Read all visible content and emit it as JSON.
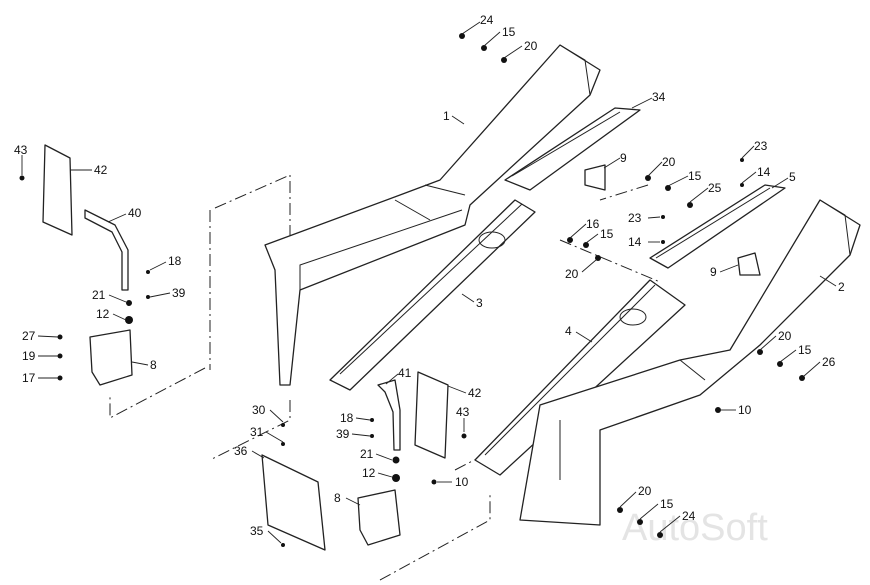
{
  "watermark": "AutoSoft",
  "labels": [
    {
      "text": "24"
    },
    {
      "text": "15"
    },
    {
      "text": "20"
    },
    {
      "text": "1"
    },
    {
      "text": "34"
    },
    {
      "text": "43"
    },
    {
      "text": "42"
    },
    {
      "text": "40"
    },
    {
      "text": "18"
    },
    {
      "text": "21"
    },
    {
      "text": "39"
    },
    {
      "text": "12"
    },
    {
      "text": "27"
    },
    {
      "text": "19"
    },
    {
      "text": "17"
    },
    {
      "text": "8"
    },
    {
      "text": "3"
    },
    {
      "text": "9"
    },
    {
      "text": "20"
    },
    {
      "text": "15"
    },
    {
      "text": "25"
    },
    {
      "text": "23"
    },
    {
      "text": "14"
    },
    {
      "text": "5"
    },
    {
      "text": "16"
    },
    {
      "text": "15"
    },
    {
      "text": "20"
    },
    {
      "text": "23"
    },
    {
      "text": "14"
    },
    {
      "text": "9"
    },
    {
      "text": "2"
    },
    {
      "text": "4"
    },
    {
      "text": "20"
    },
    {
      "text": "15"
    },
    {
      "text": "26"
    },
    {
      "text": "10"
    },
    {
      "text": "41"
    },
    {
      "text": "42"
    },
    {
      "text": "43"
    },
    {
      "text": "18"
    },
    {
      "text": "39"
    },
    {
      "text": "21"
    },
    {
      "text": "12"
    },
    {
      "text": "10"
    },
    {
      "text": "8"
    },
    {
      "text": "30"
    },
    {
      "text": "31"
    },
    {
      "text": "36"
    },
    {
      "text": "35"
    },
    {
      "text": "20"
    },
    {
      "text": "15"
    },
    {
      "text": "24"
    }
  ]
}
